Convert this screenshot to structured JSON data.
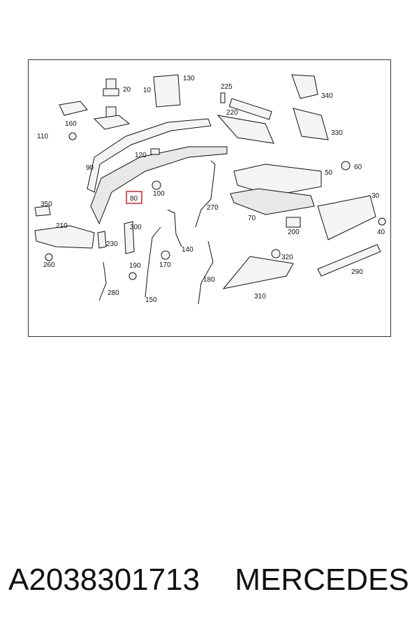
{
  "diagram": {
    "highlight_color": "#e0201f",
    "highlighted_part": "80",
    "callouts": [
      "10",
      "20",
      "30",
      "40",
      "50",
      "60",
      "70",
      "80",
      "90",
      "100",
      "110",
      "120",
      "130",
      "140",
      "150",
      "160",
      "170",
      "180",
      "190",
      "200",
      "210",
      "225",
      "220",
      "230",
      "260",
      "270",
      "280",
      "290",
      "300",
      "310",
      "320",
      "330",
      "340",
      "350"
    ]
  },
  "footer": {
    "part_number": "A2038301713",
    "brand": "MERCEDES"
  }
}
